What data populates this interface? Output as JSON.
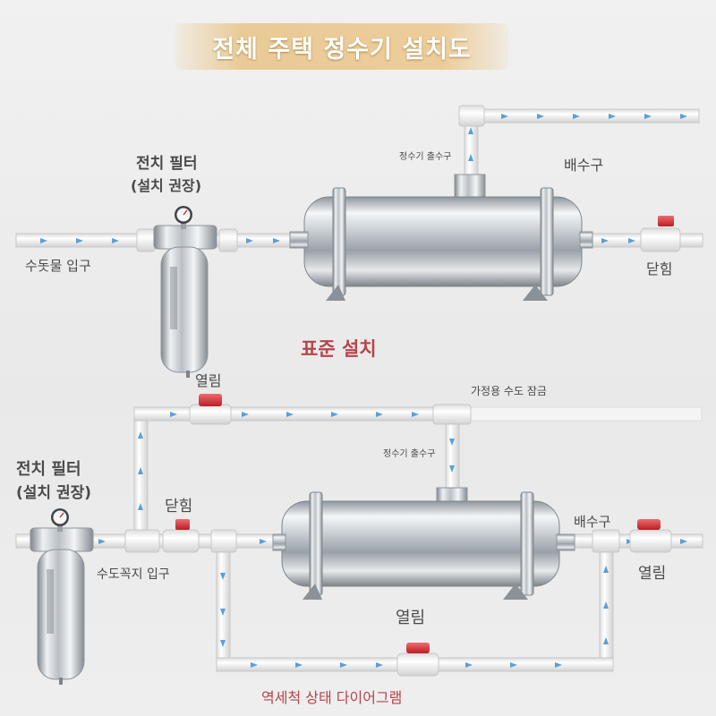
{
  "title": "전체 주택 정수기 설치도",
  "standard_section": {
    "caption": "표준 설치",
    "prefilter_label_line1": "전치 필터",
    "prefilter_label_line2": "(설치 권장)",
    "water_inlet": "수돗물 입구",
    "purified_outlet": "정수기 출수구",
    "drain_outlet": "배수구",
    "valve_closed": "닫힘",
    "valve_open": "열림"
  },
  "backwash_section": {
    "caption": "역세척 상태 다이어그램",
    "prefilter_label_line1": "전치 필터",
    "prefilter_label_line2": "(설치 권장)",
    "faucet_inlet": "수도꼭지 입구",
    "purified_outlet": "정수기 출수구",
    "household_valve": "가정용 수도 잠금",
    "drain_outlet": "배수구",
    "valve_closed": "닫힘",
    "valve_open_top": "열림",
    "valve_open_right": "열림",
    "valve_open_bottom": "열림"
  },
  "colors": {
    "pipe": "#fbfbfb",
    "flow_arrow": "#5b9fd8",
    "valve_handle": "#d8353a",
    "steel": "#c9ced3",
    "title_band": "#e6bd7a",
    "accent_text": "#b8444a"
  },
  "icons": [
    "pressure-gauge-icon",
    "valve-icon",
    "flow-arrow-icon"
  ]
}
